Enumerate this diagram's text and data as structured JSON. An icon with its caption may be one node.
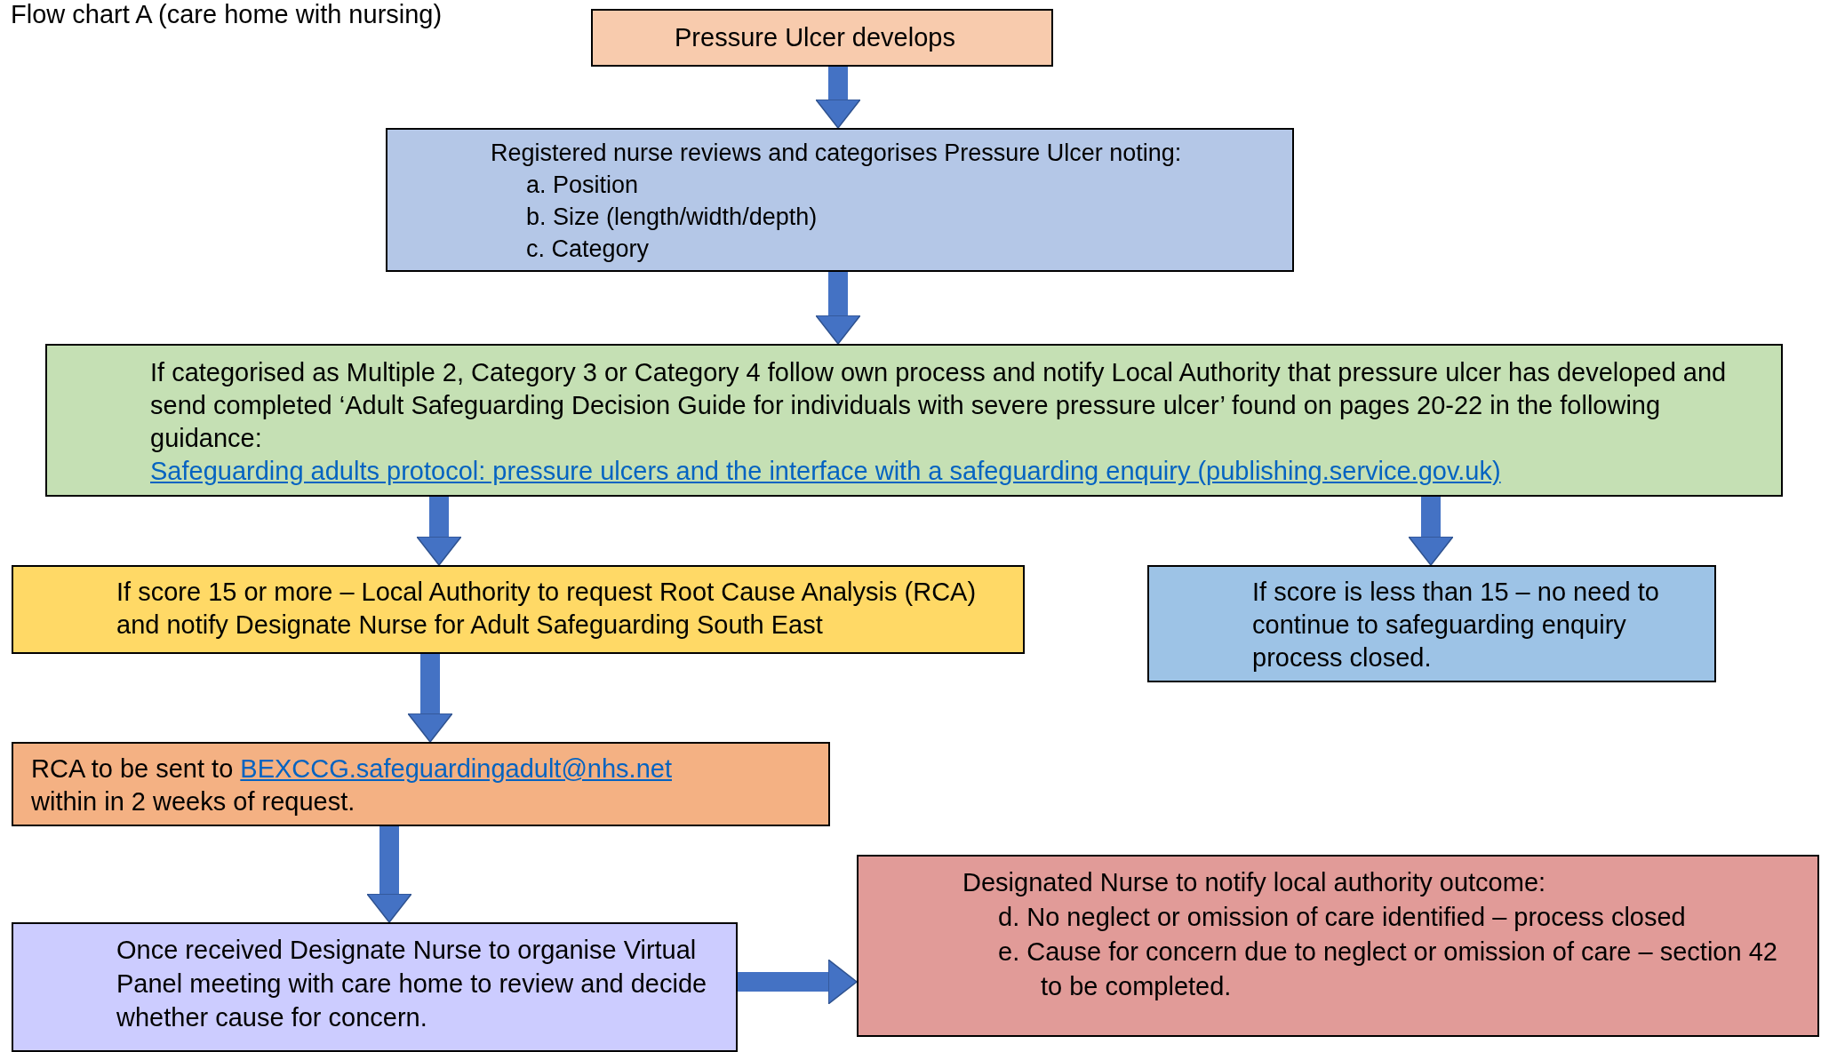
{
  "diagram": {
    "title": "Flow chart A (care home with nursing)",
    "nodes": [
      {
        "text": [
          "Pressure Ulcer develops"
        ]
      },
      {
        "text": [
          "Registered nurse reviews and categorises Pressure Ulcer noting:",
          "a. Position",
          "b. Size (length/width/depth)",
          "c. Category"
        ]
      },
      {
        "text": [
          "If categorised as Multiple 2, Category 3 or Category 4 follow own process and notify Local Authority that pressure ulcer has developed and send completed ‘Adult Safeguarding Decision Guide for individuals with severe pressure ulcer’ found on pages 20-22 in the following guidance:",
          "Safeguarding adults protocol: pressure ulcers and the interface with a safeguarding enquiry (publishing.service.gov.uk)"
        ]
      },
      {
        "text": [
          "If score 15 or more – Local Authority to request Root Cause Analysis (RCA) and notify Designate Nurse for Adult Safeguarding South East"
        ]
      },
      {
        "text": [
          "If score is less than 15 – no need to continue to safeguarding enquiry process closed."
        ]
      },
      {
        "text": [
          "RCA to be sent to",
          "BEXCCG.safeguardingadult@nhs.net",
          "within in 2 weeks of request."
        ]
      },
      {
        "text": [
          "Once received Designate Nurse to organise Virtual Panel meeting with care home to review and decide whether cause for concern."
        ]
      },
      {
        "text": [
          "Designated Nurse to notify local authority outcome:",
          "d. No neglect or omission of care identified – process closed",
          "e. Cause for concern due to neglect or omission of care – section 42 to be completed."
        ]
      }
    ],
    "edges": [
      {
        "from": 0,
        "to": 1,
        "arrow": "to"
      },
      {
        "from": 1,
        "to": 2,
        "arrow": "to"
      },
      {
        "from": 2,
        "to": 3,
        "arrow": "to"
      },
      {
        "from": 2,
        "to": 4,
        "arrow": "to"
      },
      {
        "from": 3,
        "to": 5,
        "arrow": "to"
      },
      {
        "from": 5,
        "to": 6,
        "arrow": "to"
      },
      {
        "from": 6,
        "to": 7,
        "arrow": "to"
      }
    ]
  }
}
